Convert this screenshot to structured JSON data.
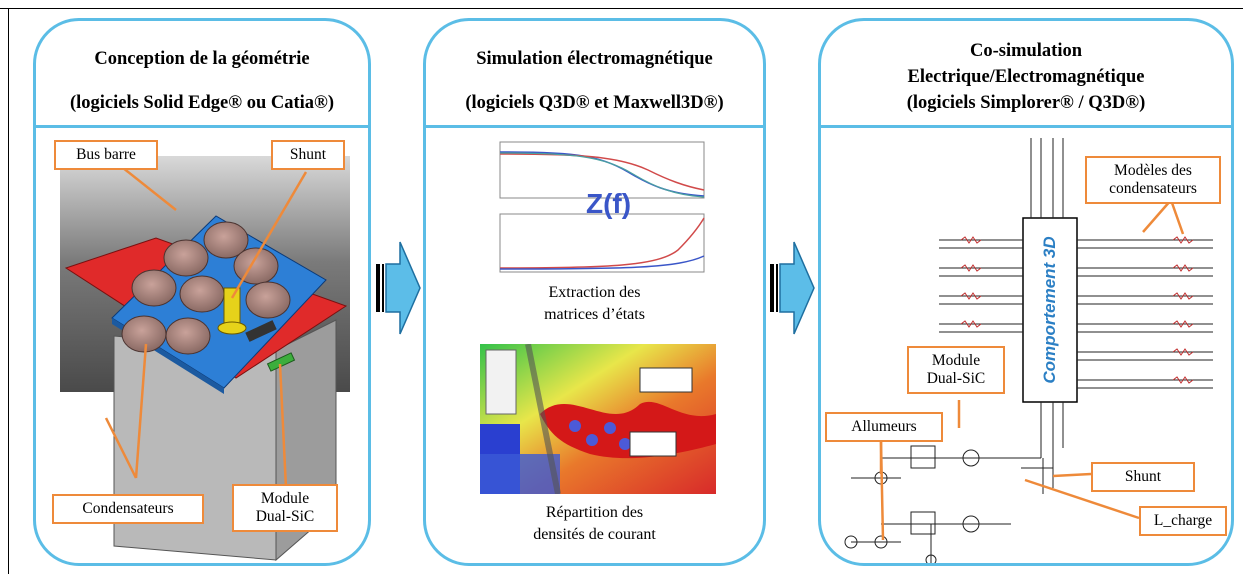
{
  "panels": {
    "geometry": {
      "title_line1": "Conception de la géométrie",
      "title_line2": "(logiciels Solid Edge® ou Catia®)",
      "labels": {
        "bus_barre": "Bus barre",
        "shunt": "Shunt",
        "condensateurs": "Condensateurs",
        "module_line1": "Module",
        "module_line2": "Dual-SiC"
      }
    },
    "em_simulation": {
      "title_line1": "Simulation électromagnétique",
      "title_line2": "(logiciels Q3D® et Maxwell3D®)",
      "zf_label": "Z(f)",
      "caption1_line1": "Extraction des",
      "caption1_line2": "matrices d’états",
      "caption2_line1": "Répartition des",
      "caption2_line2": "densités de courant"
    },
    "cosim": {
      "title_line1": "Co-simulation",
      "title_line2": "Electrique/Electromagnétique",
      "title_line3": "(logiciels Simplorer® / Q3D®)",
      "labels": {
        "modeles_line1": "Modèles des",
        "modeles_line2": "condensateurs",
        "module_line1": "Module",
        "module_line2": "Dual-SiC",
        "allumeurs": "Allumeurs",
        "shunt": "Shunt",
        "l_charge": "L_charge"
      },
      "block_text": "Comportement 3D"
    }
  },
  "colors": {
    "panel_border": "#5bbde6",
    "label_border": "#ee8a3a",
    "arrow_fill": "#5cbde8",
    "bus_blue": "#2d7fd6",
    "bus_red": "#e02a2a"
  }
}
